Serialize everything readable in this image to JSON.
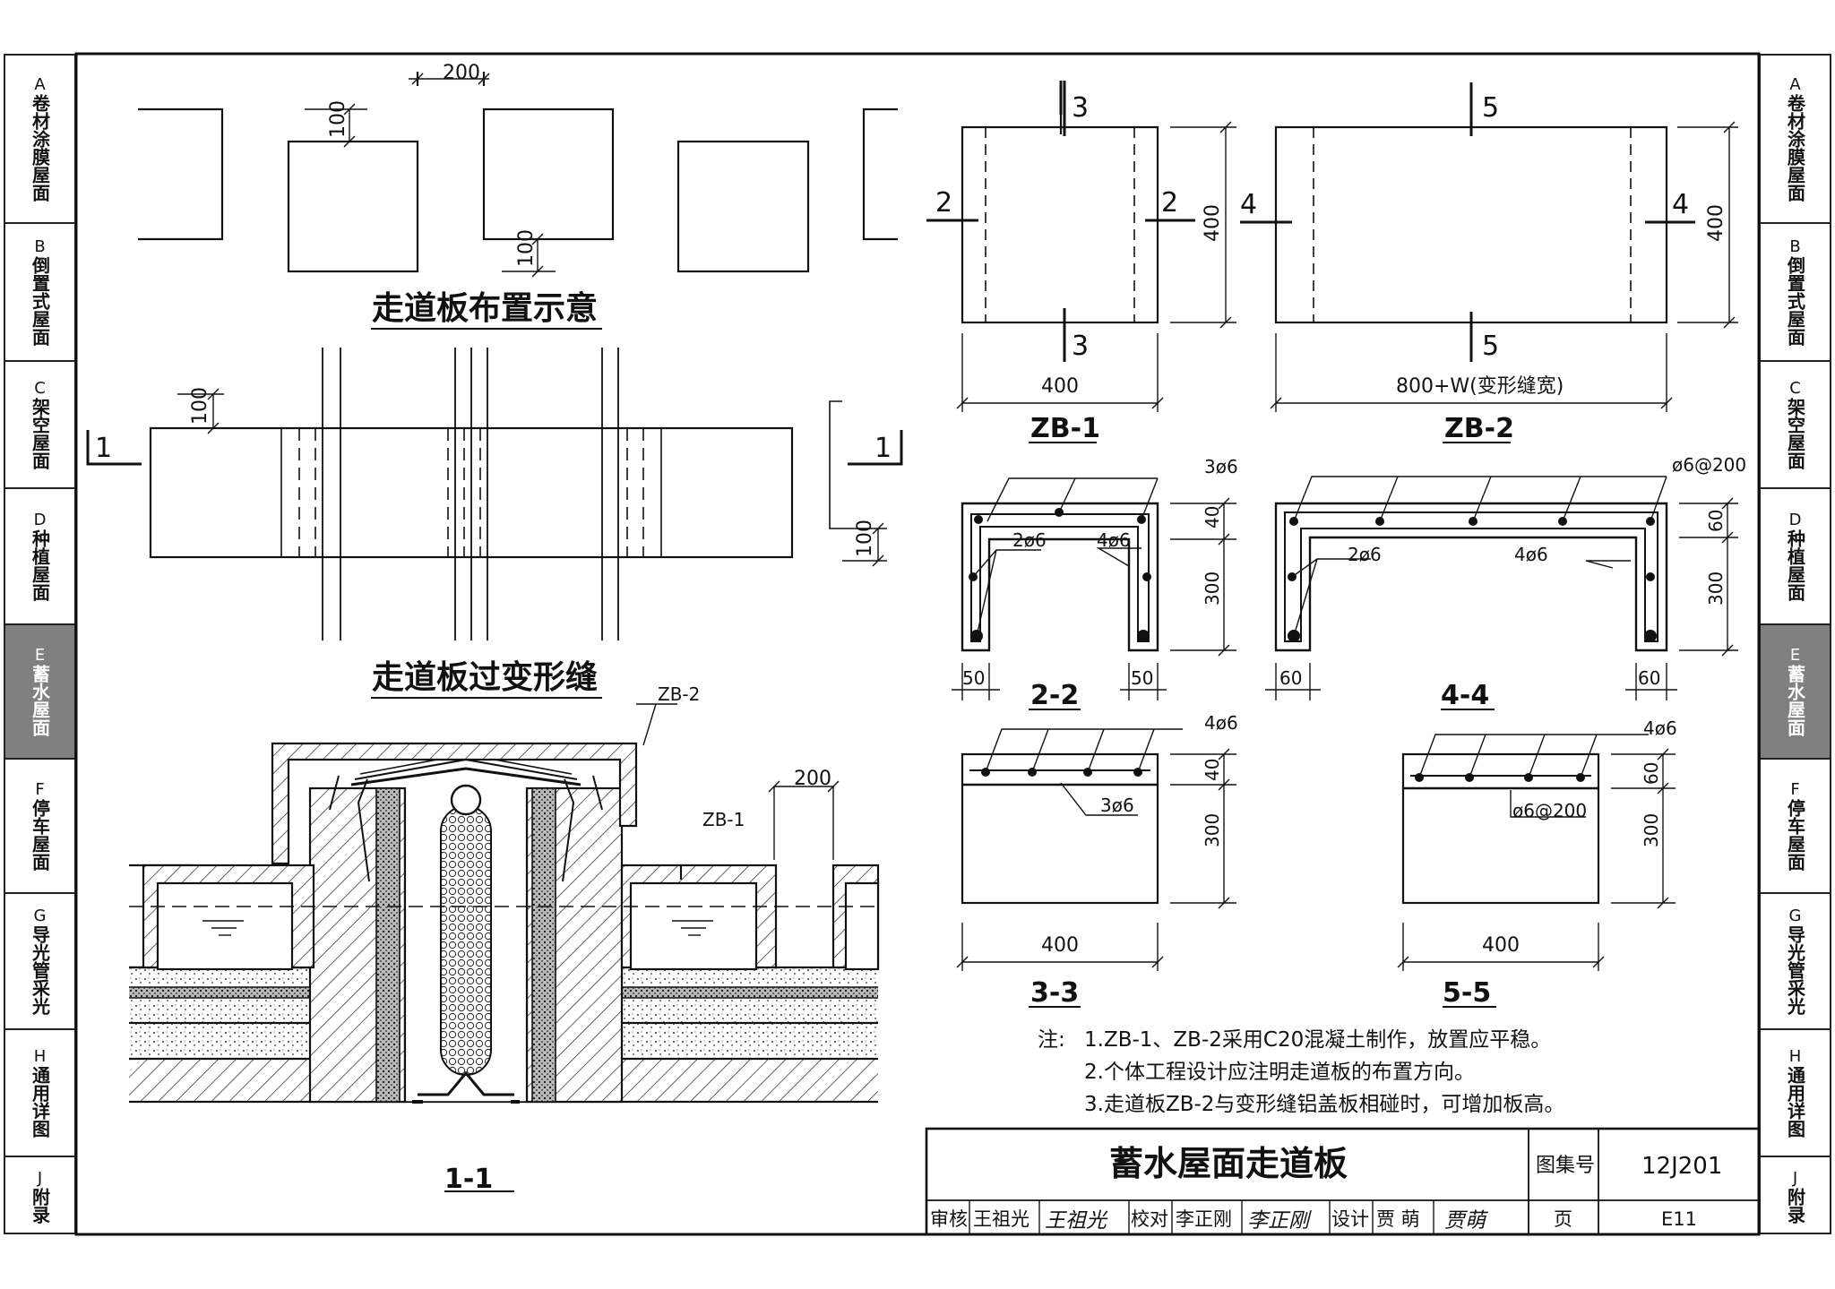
{
  "side_tabs": [
    {
      "letter": "A",
      "chars": "卷材涂膜屋面",
      "active": false
    },
    {
      "letter": "B",
      "chars": "倒置式屋面",
      "active": false
    },
    {
      "letter": "C",
      "chars": "架空屋面",
      "active": false
    },
    {
      "letter": "D",
      "chars": "种植屋面",
      "active": false
    },
    {
      "letter": "E",
      "chars": "蓄水屋面",
      "active": true
    },
    {
      "letter": "F",
      "chars": "停车屋面",
      "active": false
    },
    {
      "letter": "G",
      "chars": "导光管采光",
      "active": false
    },
    {
      "letter": "H",
      "chars": "通用详图",
      "active": false
    },
    {
      "letter": "J",
      "chars": "附录",
      "active": false
    }
  ],
  "plan": {
    "layout_title": "走道板布置示意",
    "joint_title": "走道板过变形缝",
    "dim_200": "200",
    "dim_100": "100",
    "cut_1": "1"
  },
  "section_1_1": {
    "title": "1-1",
    "label_zb2": "ZB-2",
    "label_zb1": "ZB-1",
    "dim_200": "200"
  },
  "zb1": {
    "title": "ZB-1",
    "dim_width": "400",
    "dim_height": "400",
    "cut_2": "2",
    "cut_3": "3"
  },
  "zb2": {
    "title": "ZB-2",
    "dim_width": "800+W(变形缝宽)",
    "dim_height": "400",
    "cut_4": "4",
    "cut_5": "5"
  },
  "sec_2_2": {
    "title": "2-2",
    "rebar_top": "3ø6",
    "rebar_side": "2ø6",
    "rebar_long": "4ø6",
    "dim_40": "40",
    "dim_300": "300",
    "dim_50": "50"
  },
  "sec_4_4": {
    "title": "4-4",
    "rebar_top": "ø6@200",
    "rebar_side": "2ø6",
    "rebar_long": "4ø6",
    "dim_60": "60",
    "dim_300": "300"
  },
  "sec_3_3": {
    "title": "3-3",
    "rebar_top": "4ø6",
    "rebar_bottom": "3ø6",
    "dim_40": "40",
    "dim_300": "300",
    "dim_400": "400"
  },
  "sec_5_5": {
    "title": "5-5",
    "rebar_top": "4ø6",
    "rebar_bottom": "ø6@200",
    "dim_60": "60",
    "dim_300": "300",
    "dim_400": "400"
  },
  "notes": {
    "prefix": "注:",
    "items": [
      "1.ZB-1、ZB-2采用C20混凝土制作，放置应平稳。",
      "2.个体工程设计应注明走道板的布置方向。",
      "3.走道板ZB-2与变形缝铝盖板相碰时，可增加板高。"
    ]
  },
  "title_block": {
    "title": "蓄水屋面走道板",
    "atlas_label": "图集号",
    "atlas_no": "12J201",
    "review_label": "审核",
    "reviewer": "王祖光",
    "reviewer_sig": "王祖光",
    "check_label": "校对",
    "checker": "李正刚",
    "checker_sig": "李正刚",
    "design_label": "设计",
    "designer": "贾 萌",
    "designer_sig": "贾萌",
    "page_label": "页",
    "page_no": "E11"
  }
}
